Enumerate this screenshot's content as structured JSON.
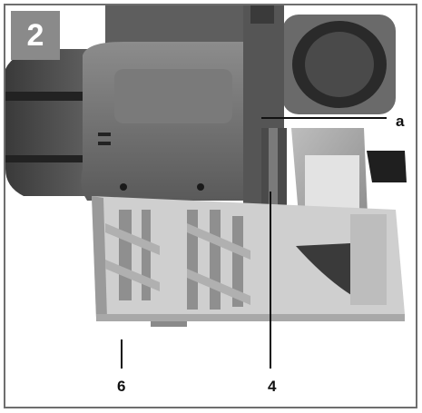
{
  "figure": {
    "number": "2",
    "callouts": {
      "a": "a",
      "six": "6",
      "four": "4"
    },
    "colors": {
      "badge": "#8a8a8a",
      "frame": "#6e6e6e",
      "ink": "#111111"
    }
  }
}
